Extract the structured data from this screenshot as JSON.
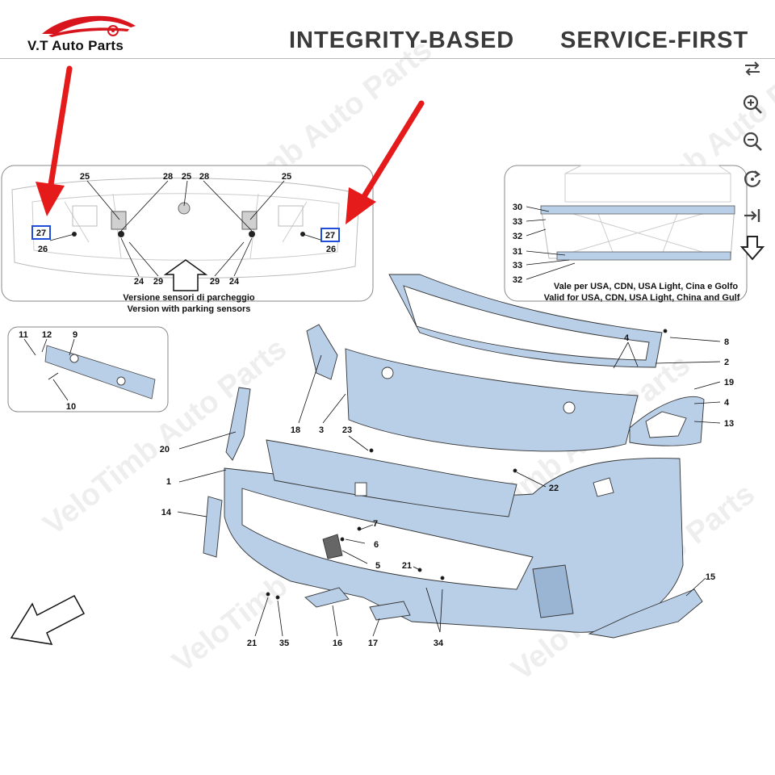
{
  "header": {
    "brand": "V.T Auto Parts",
    "slogan_left": "INTEGRITY-BASED",
    "slogan_right": "SERVICE-FIRST",
    "brand_color": "#d8141c"
  },
  "toolbar": {
    "icons": [
      "swap-arrows-icon",
      "zoom-in-icon",
      "zoom-out-icon",
      "rotate-icon",
      "fit-to-end-icon",
      "scroll-down-icon"
    ]
  },
  "watermark": "VeloTimb Auto Parts",
  "insets": {
    "parking": {
      "caption_it": "Versione sensori di parcheggio",
      "caption_en": "Version with parking sensors",
      "labels": {
        "l25a": "25",
        "l28a": "28",
        "l25b": "25",
        "l28b": "28",
        "l25c": "25",
        "l27a": "27",
        "l26a": "26",
        "l27b": "27",
        "l26b": "26",
        "l24a": "24",
        "l29a": "29",
        "l29b": "29",
        "l24b": "24"
      }
    },
    "usa": {
      "caption_it": "Vale per USA, CDN, USA Light, Cina e Golfo",
      "caption_en": "Valid for USA, CDN, USA Light, China and Gulf",
      "labels": {
        "l30": "30",
        "l33a": "33",
        "l32a": "32",
        "l31": "31",
        "l33b": "33",
        "l32b": "32"
      }
    },
    "plate": {
      "labels": {
        "l11": "11",
        "l12": "12",
        "l9": "9",
        "l10": "10"
      }
    }
  },
  "parts": {
    "p1": "1",
    "p2": "2",
    "p3": "3",
    "p4a": "4",
    "p4b": "4",
    "p5": "5",
    "p6": "6",
    "p7": "7",
    "p8": "8",
    "p13": "13",
    "p14": "14",
    "p15": "15",
    "p16": "16",
    "p17": "17",
    "p18": "18",
    "p19": "19",
    "p20": "20",
    "p21a": "21",
    "p21b": "21",
    "p22": "22",
    "p23": "23",
    "p34": "34",
    "p35": "35"
  }
}
